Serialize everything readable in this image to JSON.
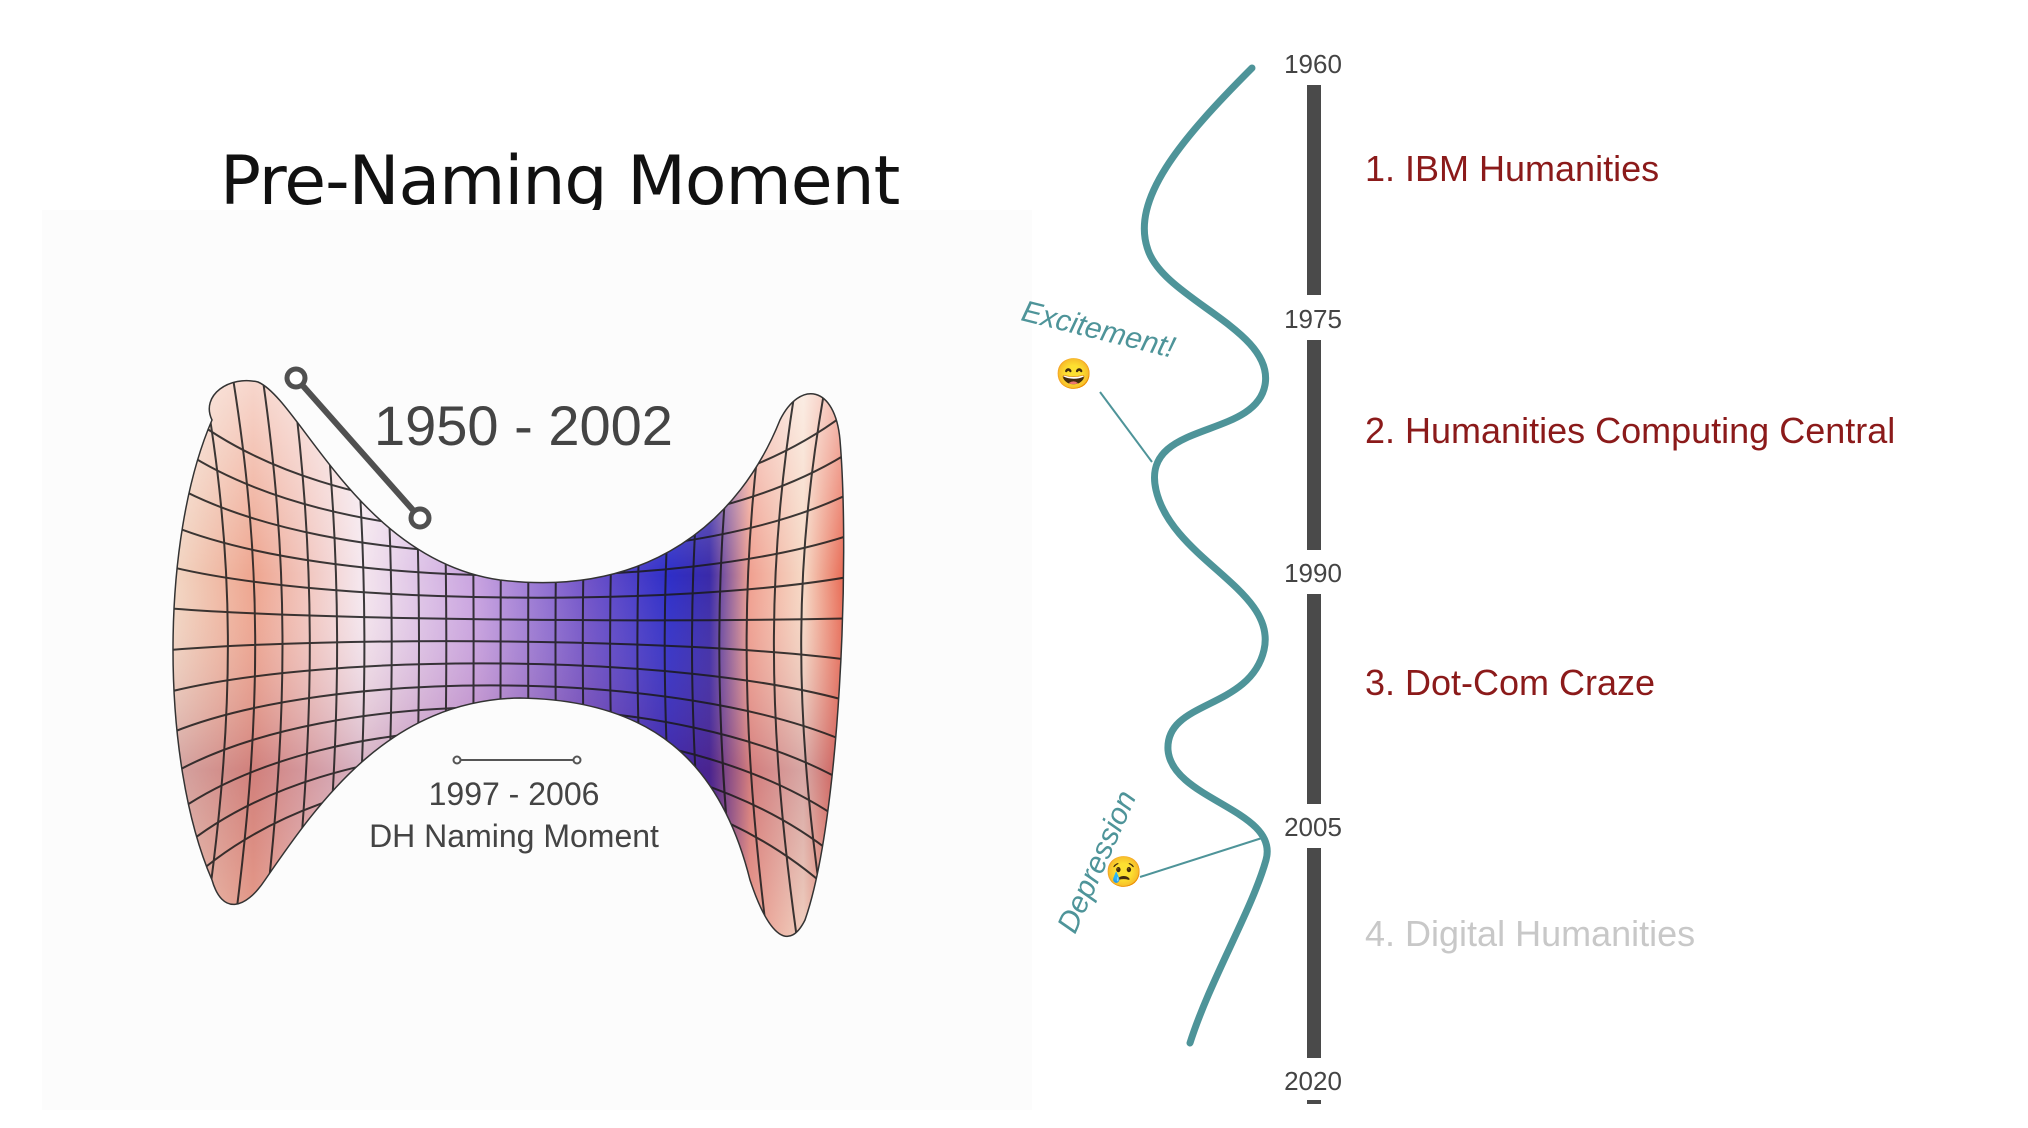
{
  "title": "Pre-Naming Moment",
  "range_main": "1950 - 2002",
  "range_sub": "1997 - 2006",
  "sub_caption": "DH Naming Moment",
  "timeline": {
    "years": [
      "1960",
      "1975",
      "1990",
      "2005",
      "2020"
    ],
    "eras": [
      {
        "label": "1. IBM Humanities",
        "color": "#8b1a1a"
      },
      {
        "label": "2. Humanities Computing Central",
        "color": "#8b1a1a"
      },
      {
        "label": "3. Dot-Com Craze",
        "color": "#8b1a1a"
      },
      {
        "label": "4. Digital Humanities",
        "color": "#c8c8c8"
      }
    ],
    "annotations": {
      "excitement": "Excitement!",
      "excitement_emoji": "😄",
      "depression": "Depression",
      "depression_emoji": "😢"
    },
    "curve_color": "#4e9499",
    "bar_color": "#4a4a4a"
  }
}
